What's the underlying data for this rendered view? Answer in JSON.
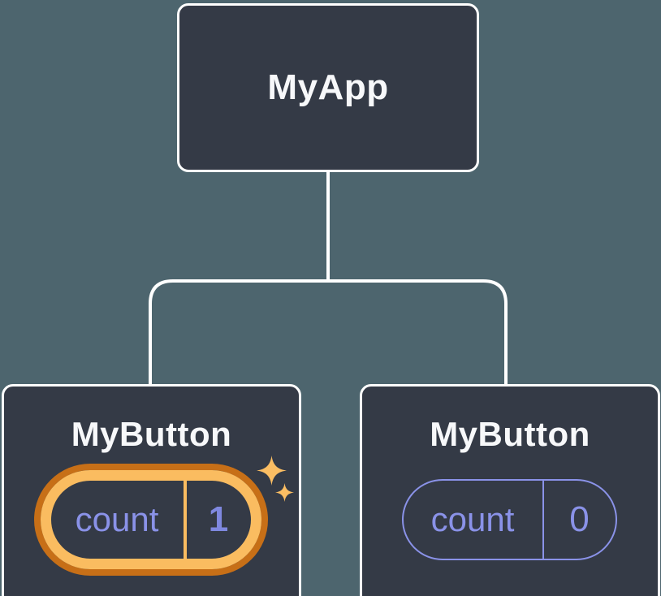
{
  "diagram": {
    "type": "react-component-tree",
    "root": {
      "label": "MyApp"
    },
    "children": [
      {
        "label": "MyButton",
        "state": {
          "name": "count",
          "value": "1",
          "highlighted": true
        }
      },
      {
        "label": "MyButton",
        "state": {
          "name": "count",
          "value": "0",
          "highlighted": false
        }
      }
    ]
  },
  "icons": {
    "sparkle": "sparkle-icon"
  },
  "colors": {
    "background": "#4D656E",
    "box-fill": "#343A46",
    "box-border": "#FFFFFF",
    "label-text": "#F7F8FA",
    "connector": "#FFFFFF",
    "purple": "#8A92E8",
    "purple-strong": "#7F88DF",
    "ring-outer": "#C76F17",
    "ring-inner": "#FABC60",
    "sparkle": "#FBBE63"
  }
}
